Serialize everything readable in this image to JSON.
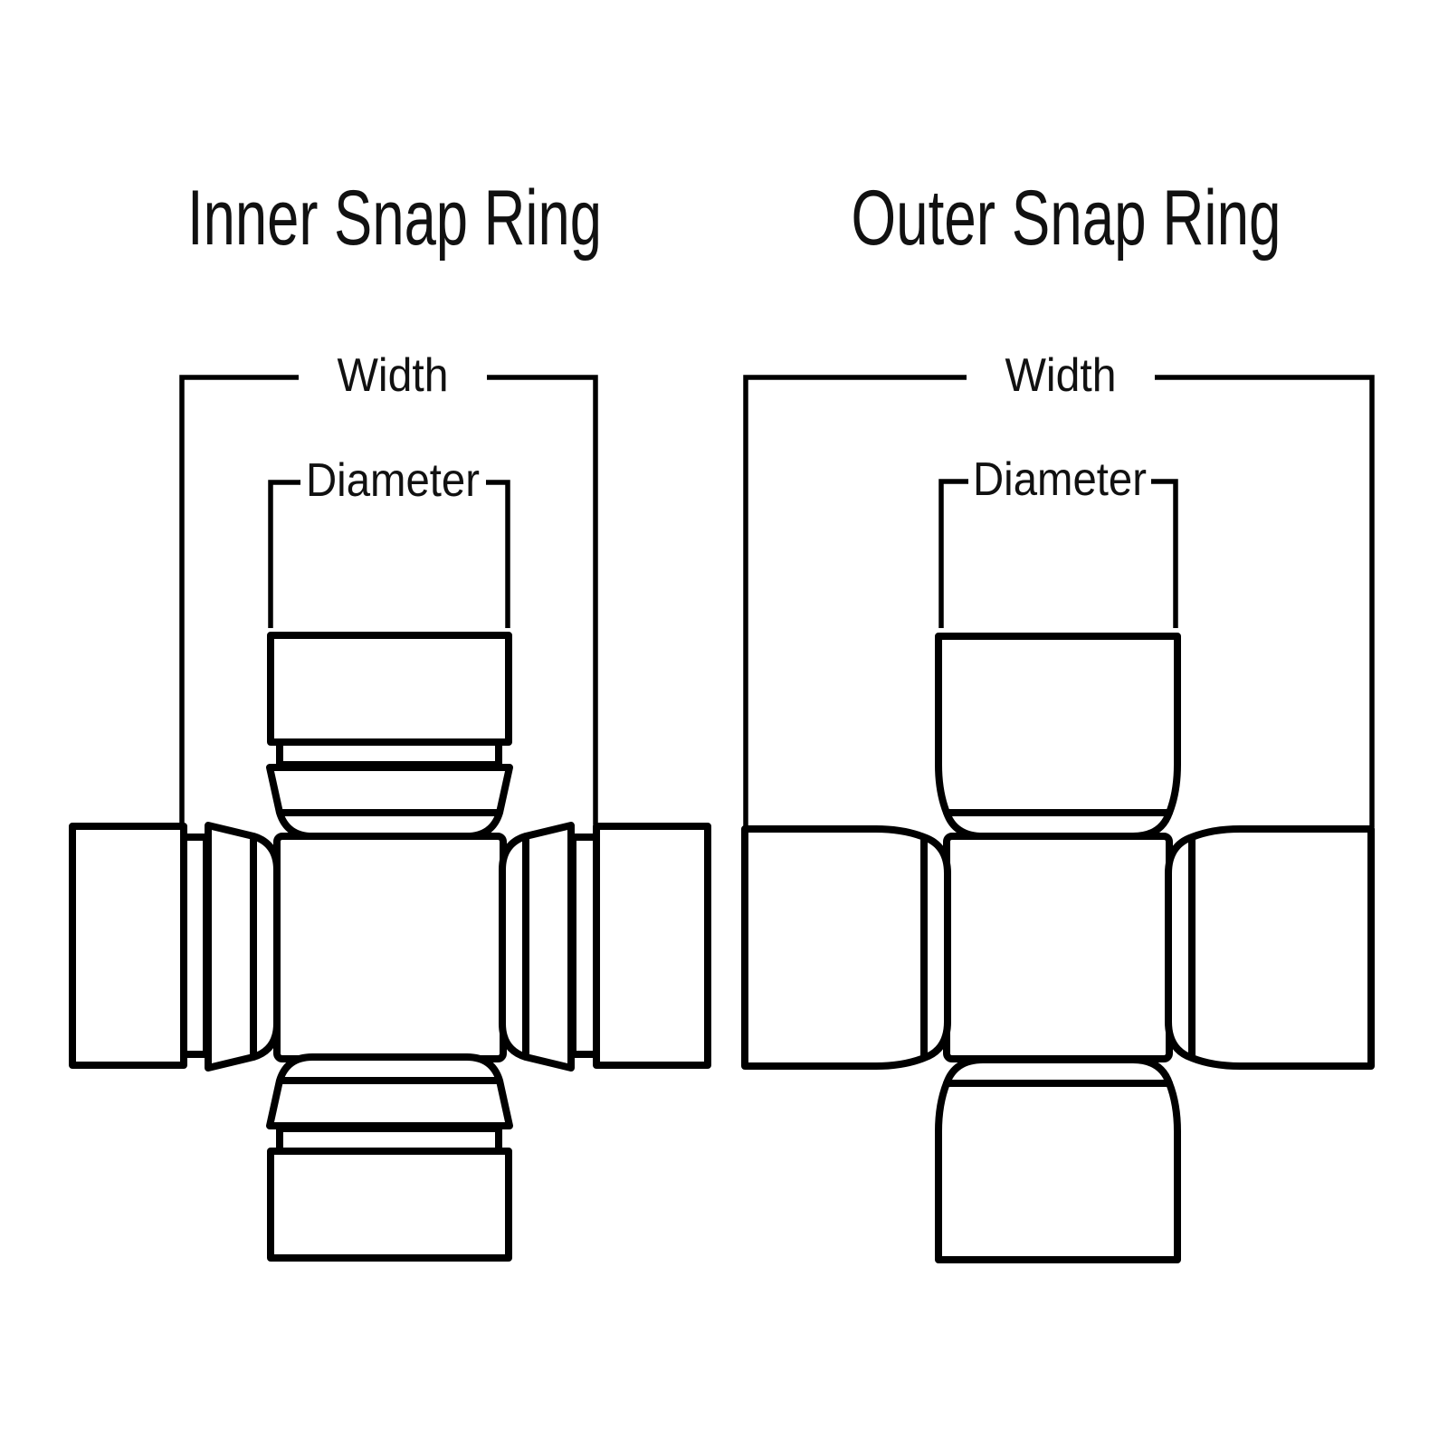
{
  "canvas": {
    "background": "#ffffff",
    "stroke_color": "#000000"
  },
  "diagrams": [
    {
      "title": "Inner Snap Ring",
      "width_label": "Width",
      "diameter_label": "Diameter"
    },
    {
      "title": "Outer Snap Ring",
      "width_label": "Width",
      "diameter_label": "Diameter"
    }
  ]
}
